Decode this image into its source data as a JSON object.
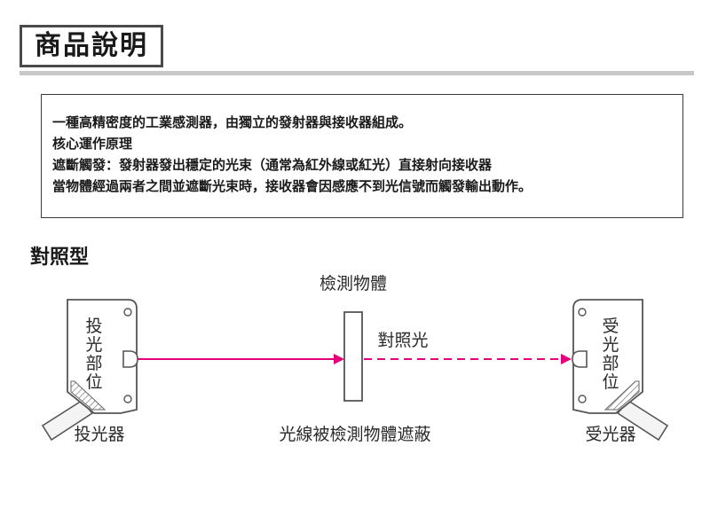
{
  "header": {
    "title": "商品說明"
  },
  "description": {
    "lines": [
      "一種高精密度的工業感測器，由獨立的發射器與接收器組成。",
      "核心運作原理",
      "遮斷觸發：發射器發出穩定的光束（通常為紅外線或紅光）直接射向接收器",
      "當物體經過兩者之間並遮斷光束時，接收器會因感應不到光信號而觸發輸出動作。"
    ]
  },
  "section": {
    "title": "對照型"
  },
  "diagram": {
    "emitter_side_text": [
      "投",
      "光",
      "部",
      "位"
    ],
    "emitter_caption": "投光器",
    "receiver_side_text": [
      "受",
      "光",
      "部",
      "位"
    ],
    "receiver_caption": "受光器",
    "object_label": "檢測物體",
    "beam_label": "對照光",
    "blocked_caption": "光線被檢測物體遮蔽",
    "colors": {
      "beam": "#e6007e",
      "outline": "#555555",
      "text": "#2a2a2a"
    }
  }
}
